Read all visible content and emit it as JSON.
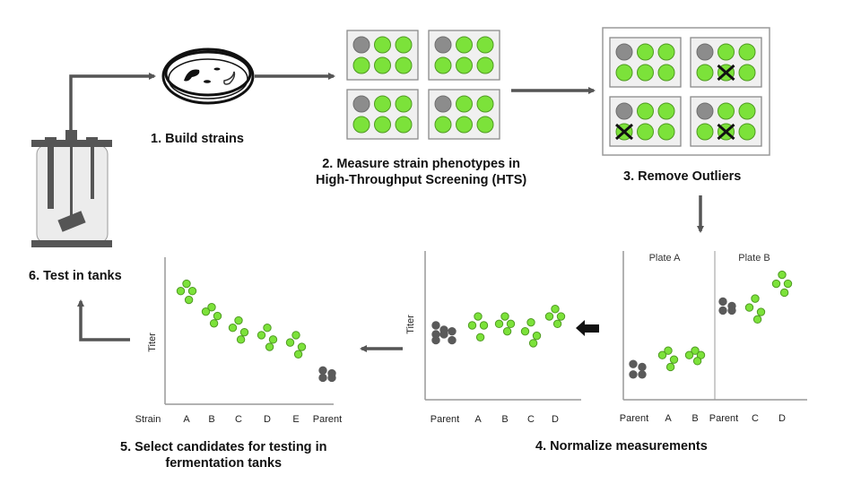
{
  "steps": {
    "step1": {
      "label": "1. Build strains"
    },
    "step2": {
      "line1": "2. Measure strain phenotypes in",
      "line2": "High-Throughput Screening (HTS)"
    },
    "step3": {
      "label": "3. Remove Outliers"
    },
    "step4": {
      "label": "4. Normalize measurements"
    },
    "step5": {
      "line1": "5. Select candidates for testing in",
      "line2": "fermentation tanks"
    },
    "step6": {
      "label": "6. Test in tanks"
    }
  },
  "colors": {
    "green": "#7ce23a",
    "green_stroke": "#4f9a22",
    "gray_well": "#8c8c8c",
    "dark_dot": "#5a5a5a",
    "arrow": "#555555",
    "plate_bg": "#f0f0f0",
    "plate_border": "#8a8a8a"
  },
  "hts_plates": [
    {
      "wells": [
        "parent",
        "strain",
        "strain",
        "strain",
        "strain",
        "strain"
      ]
    },
    {
      "wells": [
        "parent",
        "strain",
        "strain",
        "strain",
        "strain",
        "strain"
      ]
    },
    {
      "wells": [
        "parent",
        "strain",
        "strain",
        "strain",
        "strain",
        "strain"
      ]
    },
    {
      "wells": [
        "parent",
        "strain",
        "strain",
        "strain",
        "strain",
        "strain"
      ]
    }
  ],
  "outlier_plates": [
    {
      "removed": []
    },
    {
      "removed": [
        4
      ]
    },
    {
      "removed": [
        3
      ]
    },
    {
      "removed": [
        4
      ]
    }
  ],
  "chart_data": [
    {
      "id": "normalize-raw",
      "type": "scatter",
      "title": "",
      "ylabel": "",
      "panels": [
        {
          "label": "Plate A",
          "categories": [
            "Parent",
            "A",
            "B"
          ],
          "series": [
            {
              "name": "Parent",
              "kind": "parent",
              "values": [
                0.24,
                0.22,
                0.17,
                0.17
              ]
            },
            {
              "name": "A",
              "kind": "strain",
              "values": [
                0.33,
                0.3,
                0.27,
                0.22
              ]
            },
            {
              "name": "B",
              "kind": "strain",
              "values": [
                0.33,
                0.3,
                0.3,
                0.26
              ]
            }
          ]
        },
        {
          "label": "Plate B",
          "categories": [
            "Parent",
            "C",
            "D"
          ],
          "series": [
            {
              "name": "Parent",
              "kind": "parent",
              "values": [
                0.66,
                0.63,
                0.6,
                0.6
              ]
            },
            {
              "name": "C",
              "kind": "strain",
              "values": [
                0.68,
                0.62,
                0.59,
                0.54
              ]
            },
            {
              "name": "D",
              "kind": "strain",
              "values": [
                0.84,
                0.78,
                0.78,
                0.72
              ]
            }
          ]
        }
      ],
      "ylim": [
        0,
        1
      ]
    },
    {
      "id": "normalize-result",
      "type": "scatter",
      "ylabel": "Titer",
      "categories": [
        "Parent",
        "A",
        "B",
        "C",
        "D"
      ],
      "series": [
        {
          "name": "Parent",
          "kind": "parent",
          "values": [
            0.5,
            0.47,
            0.46,
            0.44,
            0.44,
            0.4,
            0.4
          ]
        },
        {
          "name": "A",
          "kind": "strain",
          "values": [
            0.56,
            0.5,
            0.5,
            0.42
          ]
        },
        {
          "name": "B",
          "kind": "strain",
          "values": [
            0.56,
            0.51,
            0.51,
            0.46
          ]
        },
        {
          "name": "C",
          "kind": "strain",
          "values": [
            0.52,
            0.46,
            0.43,
            0.38
          ]
        },
        {
          "name": "D",
          "kind": "strain",
          "values": [
            0.61,
            0.56,
            0.56,
            0.51
          ]
        }
      ],
      "ylim": [
        0,
        1
      ]
    },
    {
      "id": "select-candidates",
      "type": "scatter",
      "ylabel": "Titer",
      "xlabel": "Strain",
      "categories": [
        "A",
        "B",
        "C",
        "D",
        "E",
        "Parent"
      ],
      "series": [
        {
          "name": "A",
          "kind": "strain",
          "values": [
            0.82,
            0.77,
            0.77,
            0.71
          ]
        },
        {
          "name": "B",
          "kind": "strain",
          "values": [
            0.66,
            0.63,
            0.6,
            0.55
          ]
        },
        {
          "name": "C",
          "kind": "strain",
          "values": [
            0.57,
            0.52,
            0.49,
            0.44
          ]
        },
        {
          "name": "D",
          "kind": "strain",
          "values": [
            0.52,
            0.47,
            0.44,
            0.39
          ]
        },
        {
          "name": "E",
          "kind": "strain",
          "values": [
            0.47,
            0.42,
            0.39,
            0.34
          ]
        },
        {
          "name": "Parent",
          "kind": "parent",
          "values": [
            0.23,
            0.21,
            0.18,
            0.18
          ]
        }
      ],
      "ylim": [
        0,
        1
      ]
    }
  ]
}
